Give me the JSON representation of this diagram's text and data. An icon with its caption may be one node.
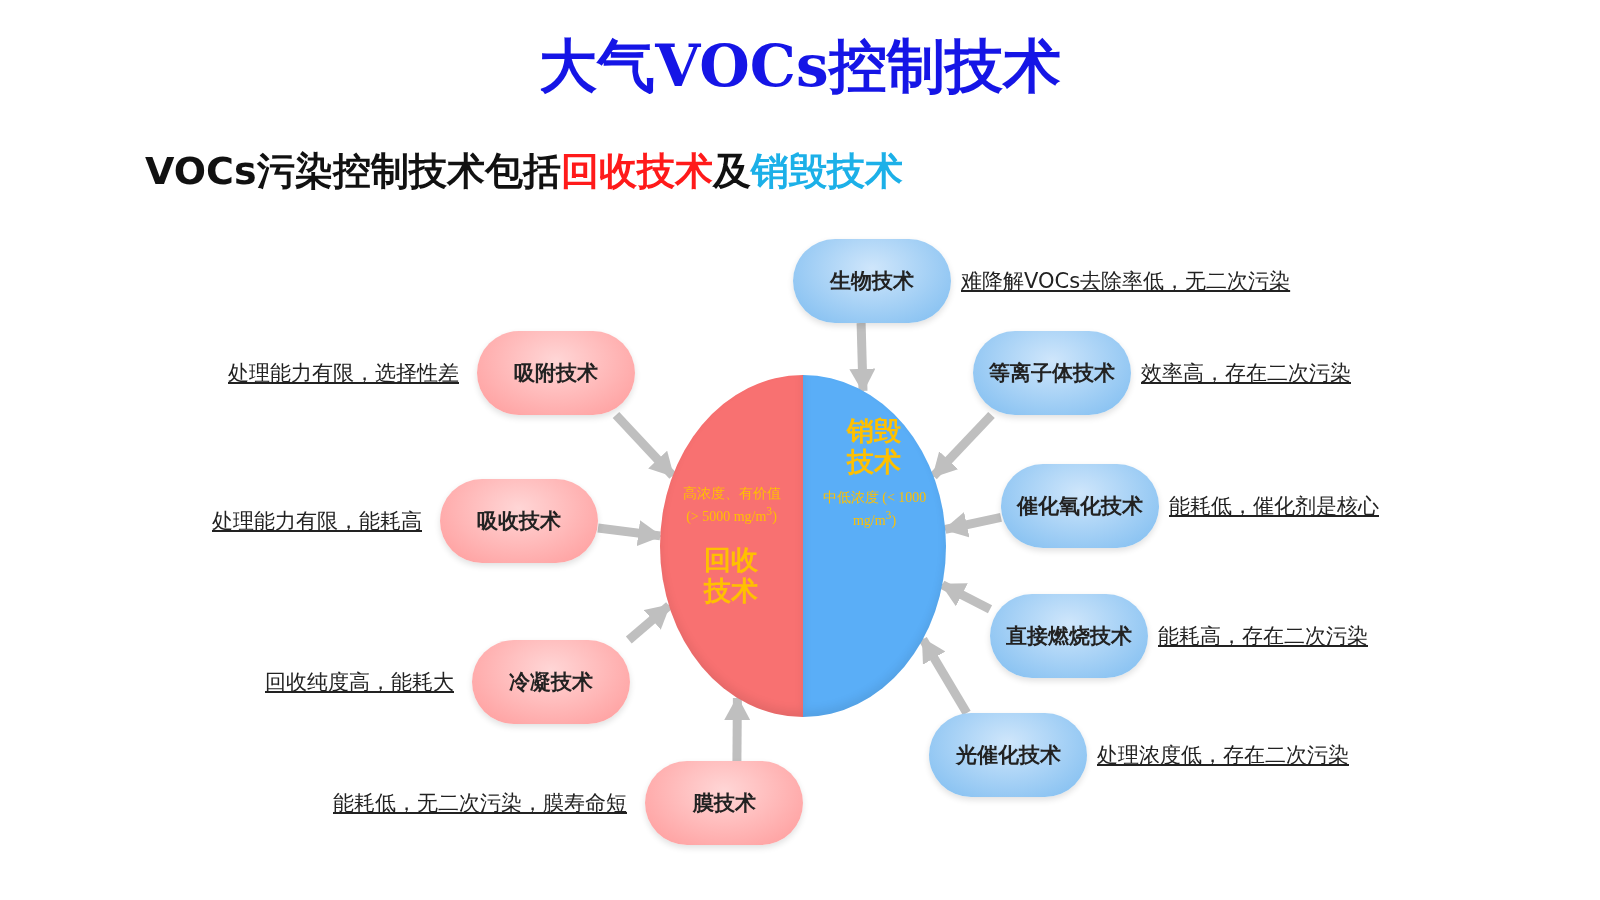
{
  "diagram": {
    "title": "大气VOCs控制技术",
    "nodes": [
      {
        "text": [
          "高浓度、有价值 (> 5000 mg/m$^{3}$)",
          "回收技术"
        ]
      },
      {
        "text": [
          "销毁技术",
          "中低浓度 (< 1000 mg/m$^{3}$)"
        ]
      },
      {
        "text": [
          "生物技术"
        ],
        "beside": [
          "难降解VOCs去除率低，无二次污染"
        ]
      },
      {
        "text": [
          "吸附技术"
        ],
        "beside": [
          "处理能力有限，选择性差"
        ]
      },
      {
        "text": [
          "等离子体技术"
        ],
        "beside": [
          "效率高，存在二次污染"
        ]
      },
      {
        "text": [
          "吸收技术"
        ],
        "beside": [
          "处理能力有限，能耗高"
        ]
      },
      {
        "text": [
          "催化氧化技术"
        ],
        "beside": [
          "能耗低，催化剂是核心"
        ]
      },
      {
        "text": [
          "直接燃烧技术"
        ],
        "beside": [
          "能耗高，存在二次污染"
        ]
      },
      {
        "text": [
          "冷凝技术"
        ],
        "beside": [
          "回收纯度高，能耗大"
        ]
      },
      {
        "text": [
          "光催化技术"
        ],
        "beside": [
          "处理浓度低，存在二次污染"
        ]
      },
      {
        "text": [
          "膜技术"
        ],
        "beside": [
          "能耗低，无二次污染，膜寿命短"
        ]
      }
    ],
    "edges": [
      {
        "from": 2,
        "to": 1,
        "arrow": "to"
      },
      {
        "from": 3,
        "to": 0,
        "arrow": "to"
      },
      {
        "from": 4,
        "to": 1,
        "arrow": "to"
      },
      {
        "from": 5,
        "to": 0,
        "arrow": "to"
      },
      {
        "from": 6,
        "to": 1,
        "arrow": "to"
      },
      {
        "from": 7,
        "to": 1,
        "arrow": "to"
      },
      {
        "from": 8,
        "to": 0,
        "arrow": "to"
      },
      {
        "from": 9,
        "to": 1,
        "arrow": "to"
      },
      {
        "from": 10,
        "to": 0,
        "arrow": "to"
      }
    ],
    "labels": [
      "VOCs污染控制技术包括",
      "回收技术",
      "及",
      "销毁技术"
    ]
  }
}
